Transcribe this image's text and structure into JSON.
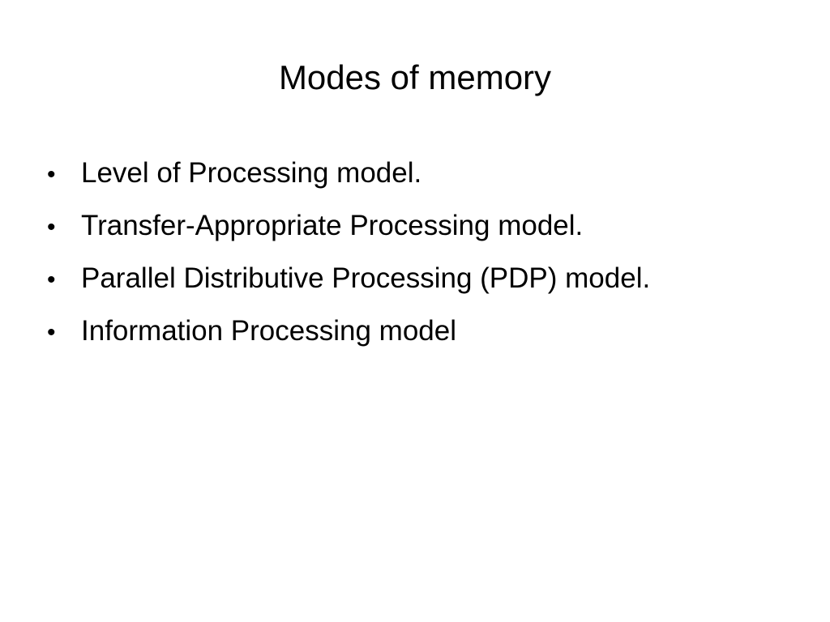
{
  "slide": {
    "title": "Modes of memory",
    "bullet_glyph": "•",
    "bullets": [
      "Level of Processing model.",
      "Transfer-Appropriate Processing model.",
      "Parallel Distributive Processing (PDP) model.",
      "Information Processing model"
    ]
  }
}
